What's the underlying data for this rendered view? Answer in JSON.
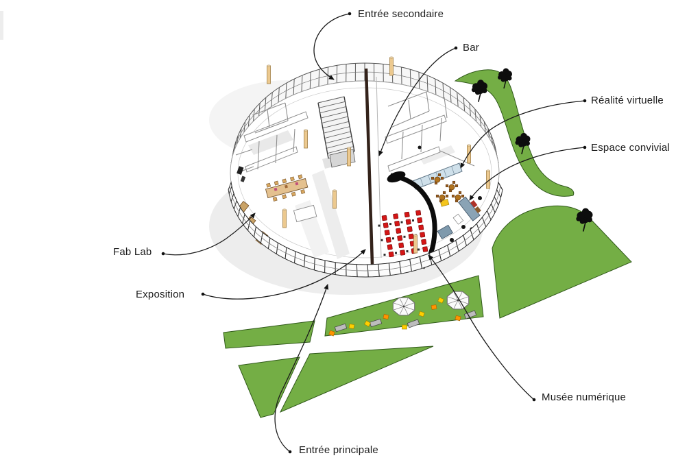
{
  "diagram": {
    "kind": "architectural-concept-floorplan",
    "labels": [
      {
        "id": "entree-secondaire",
        "text": "Entrée secondaire"
      },
      {
        "id": "bar",
        "text": "Bar"
      },
      {
        "id": "realite-virtuelle",
        "text": "Réalité virtuelle"
      },
      {
        "id": "espace-convivial",
        "text": "Espace convivial"
      },
      {
        "id": "fab-lab",
        "text": "Fab Lab"
      },
      {
        "id": "exposition",
        "text": "Exposition"
      },
      {
        "id": "musee-numerique",
        "text": "Musée numérique"
      },
      {
        "id": "entree-principale",
        "text": "Entrée principale"
      }
    ],
    "colors": {
      "grass": "#74ae45",
      "grass_edge": "#30591a",
      "tree": "#0d0d0d",
      "seat_red": "#d41616",
      "seat_red_edge": "#7d0a0a",
      "column_tan": "#ecc98f",
      "bar_blue": "#8aa3b5",
      "chair_orange": "#ff9400",
      "chair_yellow": "#ffcf00",
      "glazing_blue": "#cfe0ea",
      "spine_brown": "#33221a",
      "line_black": "#1a1a1a"
    }
  }
}
